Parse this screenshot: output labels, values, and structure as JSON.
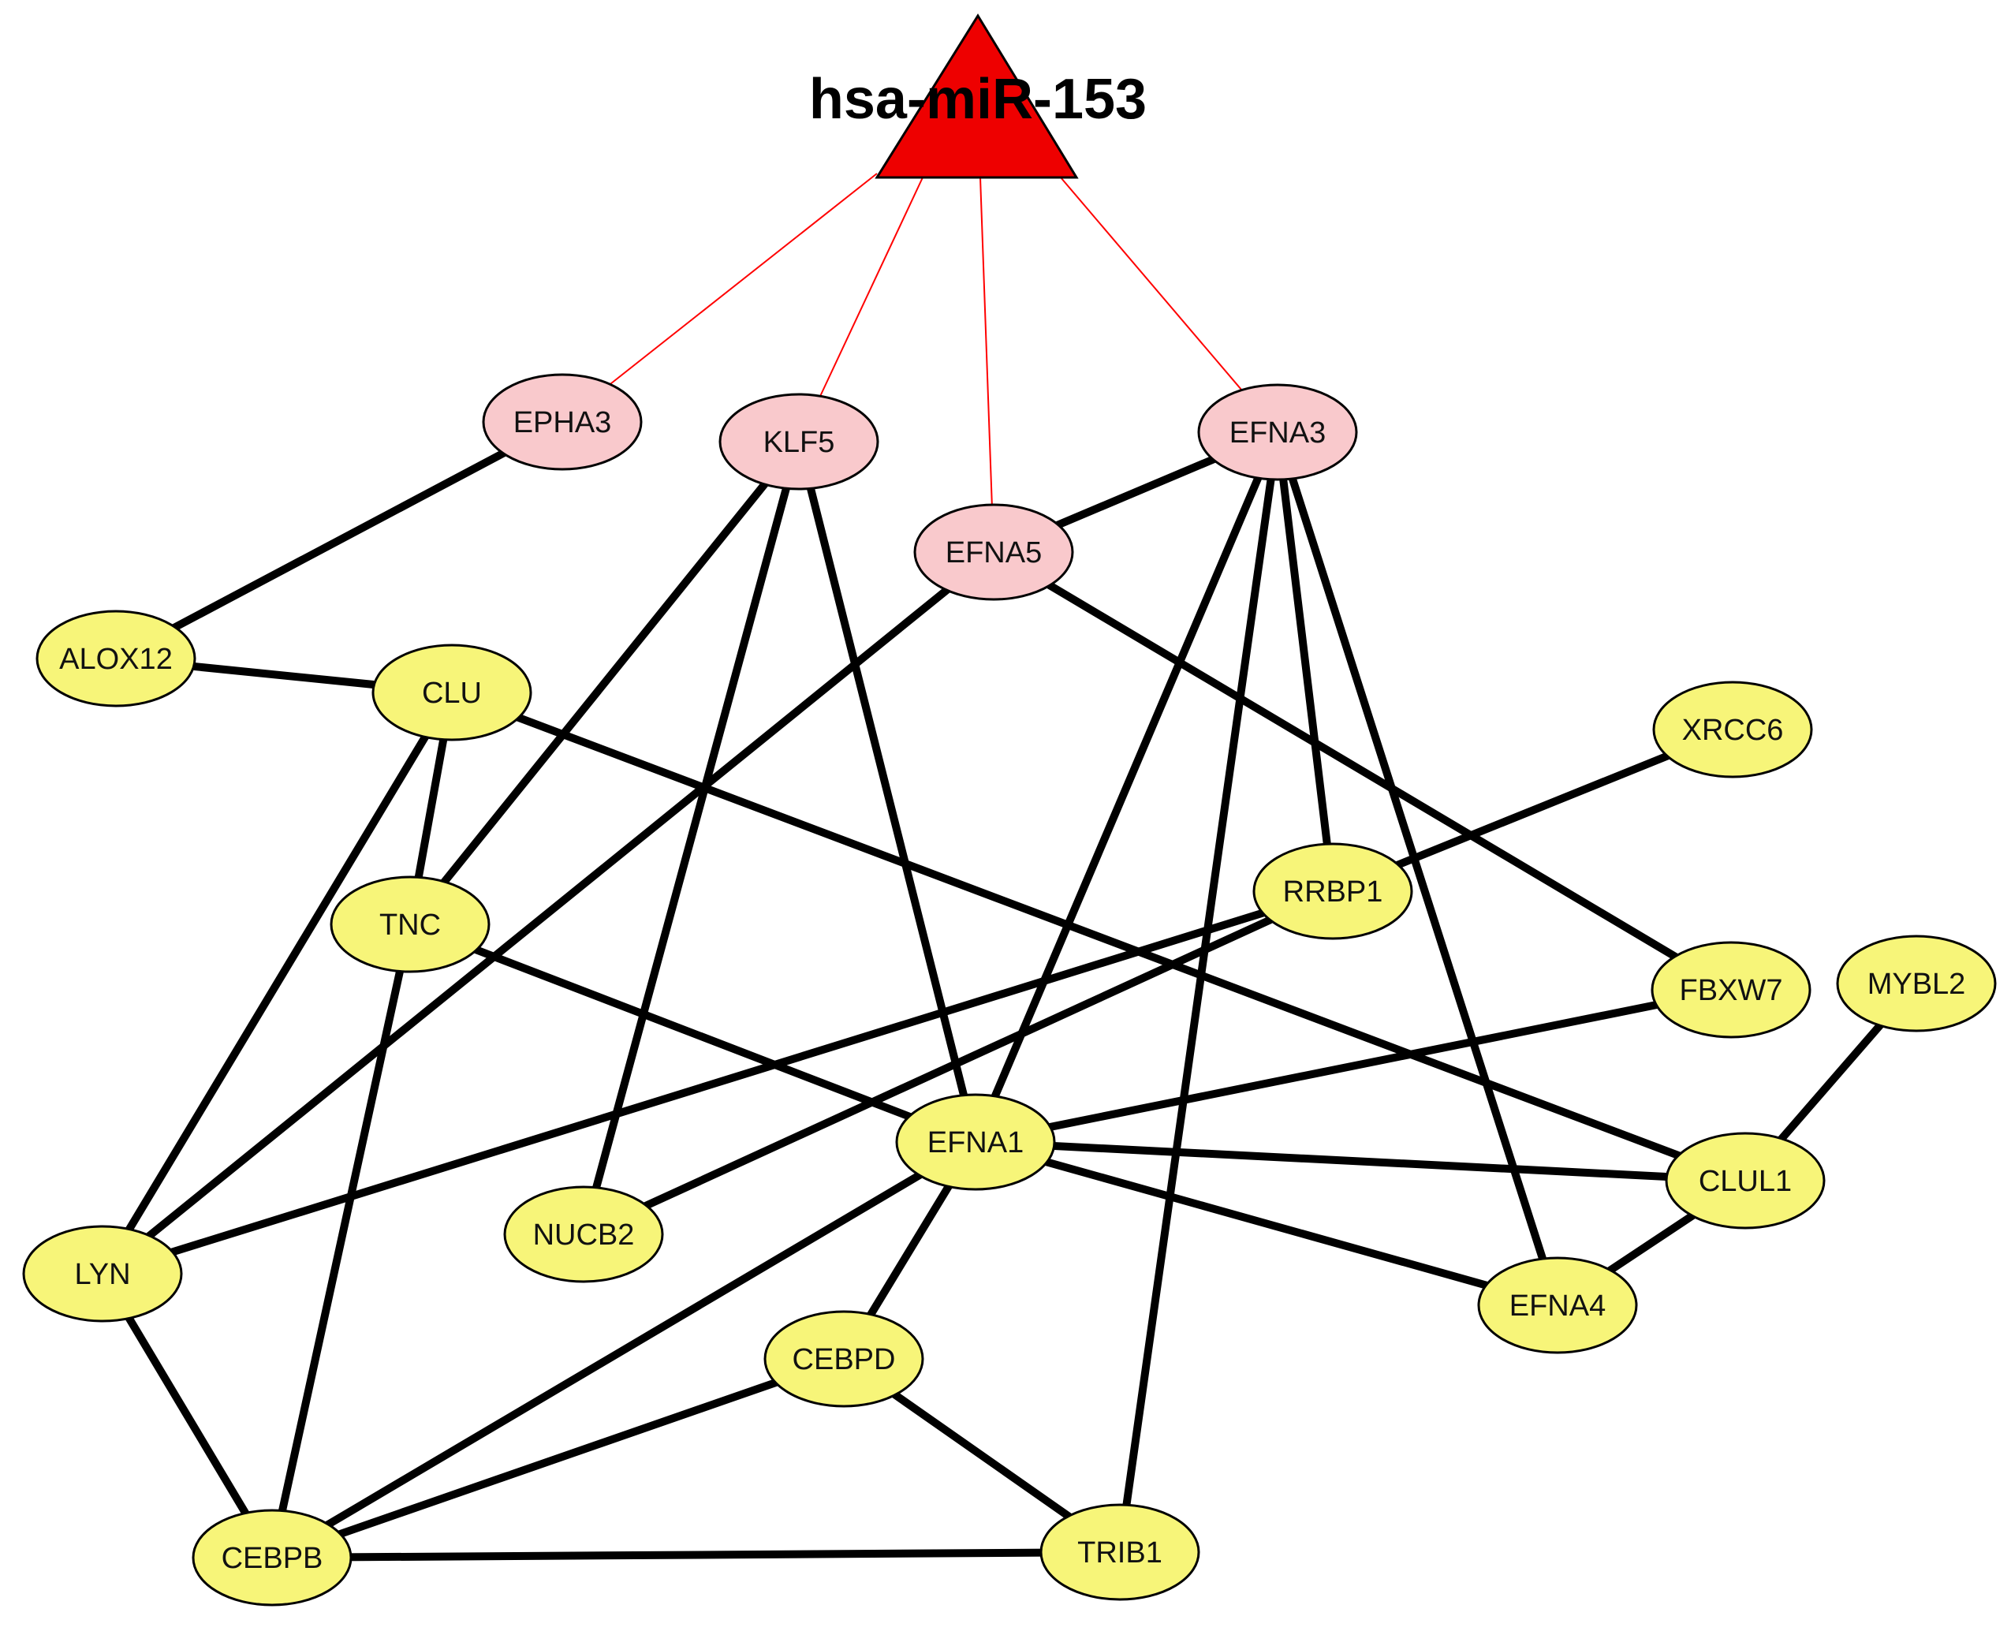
{
  "colors": {
    "mirna": "#ee0000",
    "direct_target": "#f9c9cc",
    "interactor": "#f7f579",
    "red_edge": "#ff0000",
    "black_edge": "#000000"
  },
  "mirna": {
    "id": "miR153",
    "label": "hsa-miR-153"
  },
  "nodes": [
    {
      "id": "EPHA3",
      "label": "EPHA3",
      "type": "target"
    },
    {
      "id": "KLF5",
      "label": "KLF5",
      "type": "target"
    },
    {
      "id": "EFNA5",
      "label": "EFNA5",
      "type": "target"
    },
    {
      "id": "EFNA3",
      "label": "EFNA3",
      "type": "target"
    },
    {
      "id": "ALOX12",
      "label": "ALOX12",
      "type": "interactor"
    },
    {
      "id": "CLU",
      "label": "CLU",
      "type": "interactor"
    },
    {
      "id": "XRCC6",
      "label": "XRCC6",
      "type": "interactor"
    },
    {
      "id": "TNC",
      "label": "TNC",
      "type": "interactor"
    },
    {
      "id": "RRBP1",
      "label": "RRBP1",
      "type": "interactor"
    },
    {
      "id": "FBXW7",
      "label": "FBXW7",
      "type": "interactor"
    },
    {
      "id": "MYBL2",
      "label": "MYBL2",
      "type": "interactor"
    },
    {
      "id": "EFNA1",
      "label": "EFNA1",
      "type": "interactor"
    },
    {
      "id": "CLUL1",
      "label": "CLUL1",
      "type": "interactor"
    },
    {
      "id": "NUCB2",
      "label": "NUCB2",
      "type": "interactor"
    },
    {
      "id": "LYN",
      "label": "LYN",
      "type": "interactor"
    },
    {
      "id": "EFNA4",
      "label": "EFNA4",
      "type": "interactor"
    },
    {
      "id": "CEBPD",
      "label": "CEBPD",
      "type": "interactor"
    },
    {
      "id": "CEBPB",
      "label": "CEBPB",
      "type": "interactor"
    },
    {
      "id": "TRIB1",
      "label": "TRIB1",
      "type": "interactor"
    }
  ],
  "edges_red": [
    [
      "miR153",
      "EPHA3"
    ],
    [
      "miR153",
      "KLF5"
    ],
    [
      "miR153",
      "EFNA5"
    ],
    [
      "miR153",
      "EFNA3"
    ]
  ],
  "edges_black": [
    [
      "EPHA3",
      "ALOX12"
    ],
    [
      "ALOX12",
      "CLU"
    ],
    [
      "KLF5",
      "TNC"
    ],
    [
      "KLF5",
      "NUCB2"
    ],
    [
      "KLF5",
      "EFNA1"
    ],
    [
      "EFNA3",
      "EFNA5"
    ],
    [
      "EFNA3",
      "EFNA1"
    ],
    [
      "EFNA3",
      "TRIB1"
    ],
    [
      "EFNA3",
      "RRBP1"
    ],
    [
      "EFNA3",
      "EFNA4"
    ],
    [
      "EFNA5",
      "LYN"
    ],
    [
      "EFNA5",
      "FBXW7"
    ],
    [
      "CLU",
      "TNC"
    ],
    [
      "CLU",
      "LYN"
    ],
    [
      "CLU",
      "CLUL1"
    ],
    [
      "TNC",
      "CEBPB"
    ],
    [
      "TNC",
      "EFNA1"
    ],
    [
      "XRCC6",
      "RRBP1"
    ],
    [
      "RRBP1",
      "LYN"
    ],
    [
      "RRBP1",
      "NUCB2"
    ],
    [
      "FBXW7",
      "EFNA1"
    ],
    [
      "MYBL2",
      "CLUL1"
    ],
    [
      "EFNA1",
      "CLUL1"
    ],
    [
      "EFNA1",
      "EFNA4"
    ],
    [
      "EFNA1",
      "CEBPD"
    ],
    [
      "EFNA1",
      "CEBPB"
    ],
    [
      "CLUL1",
      "EFNA4"
    ],
    [
      "LYN",
      "CEBPB"
    ],
    [
      "CEBPD",
      "CEBPB"
    ],
    [
      "CEBPD",
      "TRIB1"
    ],
    [
      "CEBPB",
      "TRIB1"
    ]
  ]
}
